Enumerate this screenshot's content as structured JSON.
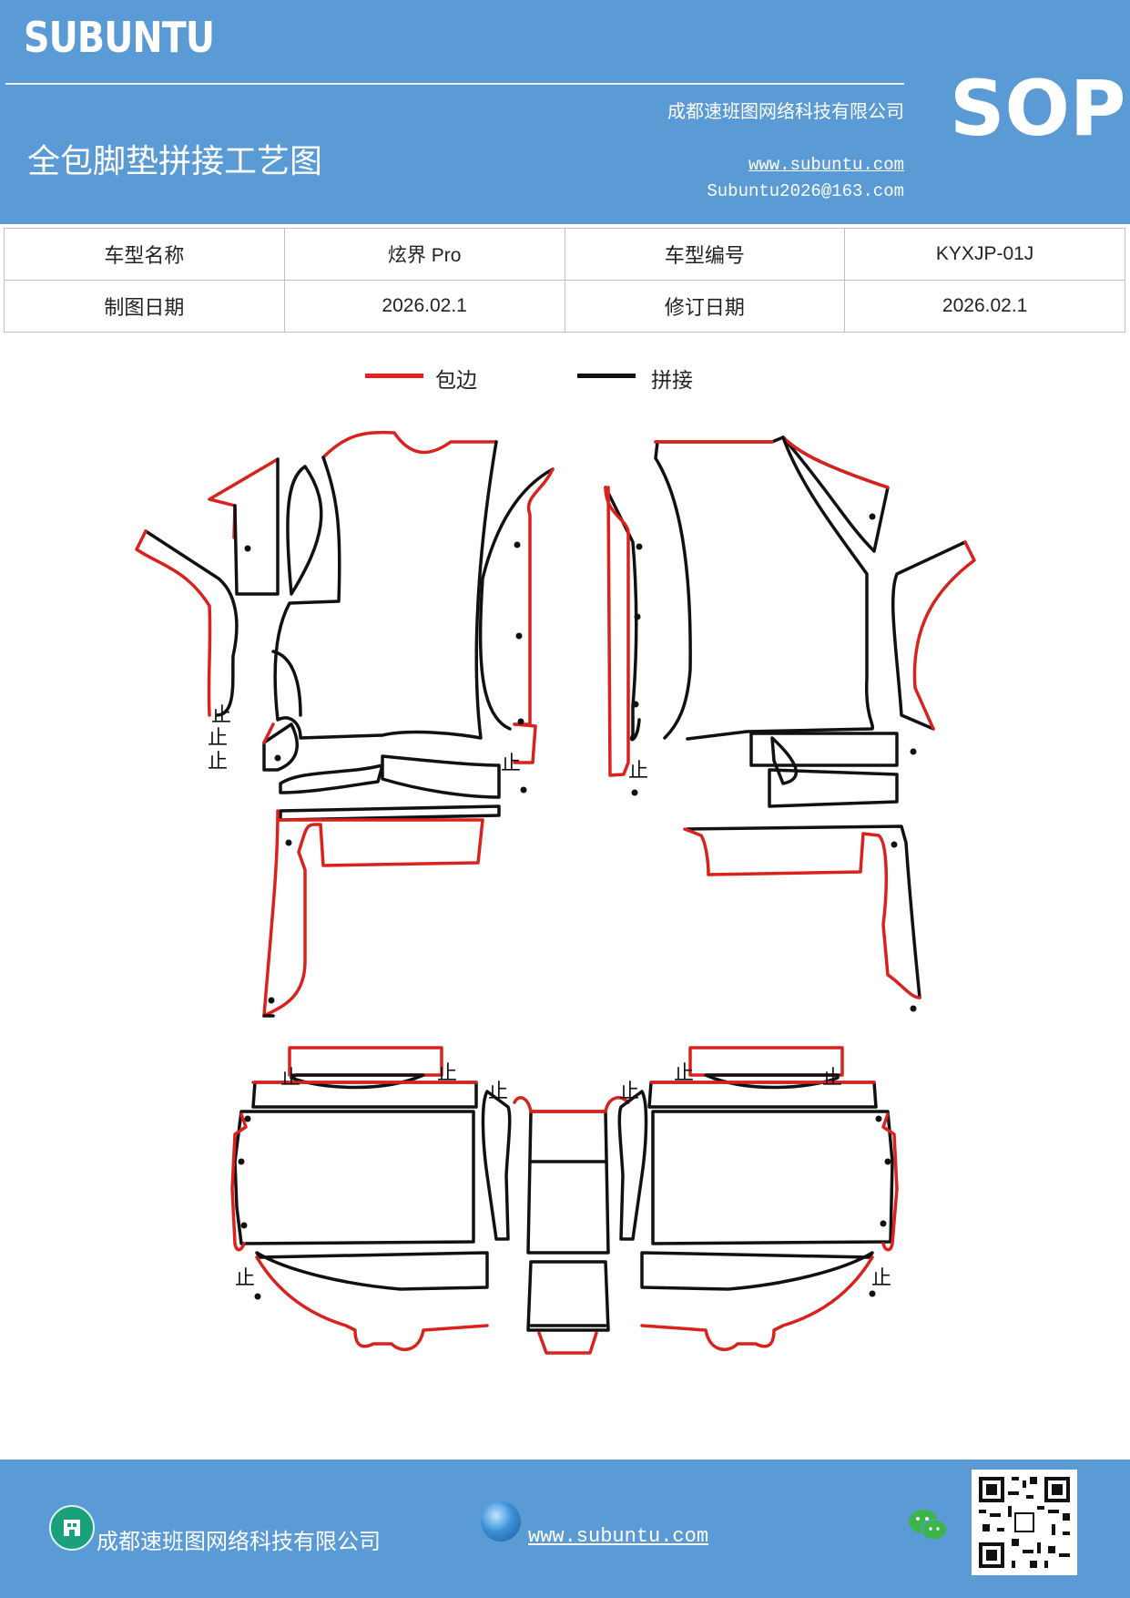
{
  "header": {
    "brand": "SUBUNTU",
    "company": "成都速班图网络科技有限公司",
    "title": "全包脚垫拼接工艺图",
    "website": "www.subuntu.com",
    "email": "Subuntu2026@163.com",
    "badge": "SOP"
  },
  "info_table": {
    "rows": [
      {
        "label1": "车型名称",
        "value1": "炫界 Pro",
        "label2": "车型编号",
        "value2": "KYXJP-01J"
      },
      {
        "label1": "制图日期",
        "value1": "2026.02.1",
        "label2": "修订日期",
        "value2": "2026.02.1"
      }
    ]
  },
  "legend": {
    "items": [
      {
        "label": "包边",
        "color": "#e8201c"
      },
      {
        "label": "拼接",
        "color": "#111111"
      }
    ]
  },
  "drawing": {
    "stop_mark": "止",
    "edge_color": "#d9221d",
    "seam_color": "#111111"
  },
  "footer": {
    "company": "成都速班图网络科技有限公司",
    "website": "www.subuntu.com",
    "company_icon": "building-icon",
    "web_icon": "globe-icon",
    "wechat_icon": "wechat-icon",
    "qr": "qr-code"
  }
}
